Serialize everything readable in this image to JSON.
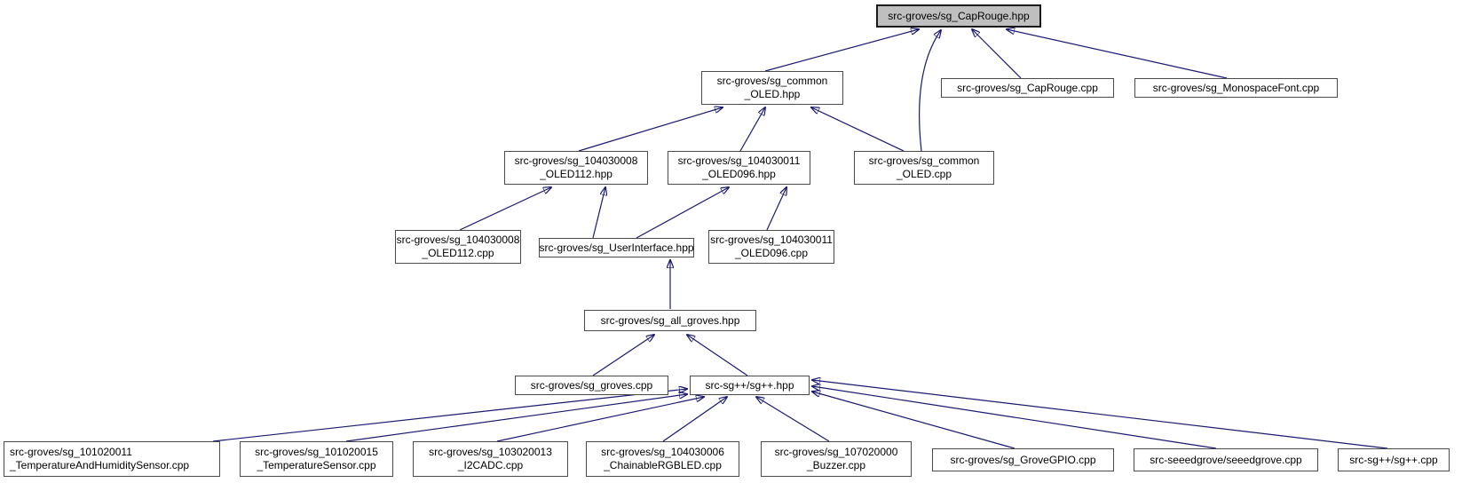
{
  "diagram": {
    "kind": "include-dependency-graph",
    "edge_color": "#191970",
    "node_fill": "#ffffff",
    "node_border_color": "#4a4a4a",
    "highlight_node_fill": "#bfbfbf",
    "text_color": "#000000"
  },
  "nodes": [
    {
      "id": "sg_CapRouge_hpp",
      "lines": [
        "src-groves/sg_CapRouge.hpp"
      ],
      "highlighted": true
    },
    {
      "id": "sg_common_OLED_hpp",
      "lines": [
        "src-groves/sg_common",
        "_OLED.hpp"
      ]
    },
    {
      "id": "sg_CapRouge_cpp",
      "lines": [
        "src-groves/sg_CapRouge.cpp"
      ]
    },
    {
      "id": "sg_MonospaceFont_cpp",
      "lines": [
        "src-groves/sg_MonospaceFont.cpp"
      ]
    },
    {
      "id": "sg_104030008_OLED112_hpp",
      "lines": [
        "src-groves/sg_104030008",
        "_OLED112.hpp"
      ]
    },
    {
      "id": "sg_104030011_OLED096_hpp",
      "lines": [
        "src-groves/sg_104030011",
        "_OLED096.hpp"
      ]
    },
    {
      "id": "sg_common_OLED_cpp",
      "lines": [
        "src-groves/sg_common",
        "_OLED.cpp"
      ]
    },
    {
      "id": "sg_104030008_OLED112_cpp",
      "lines": [
        "src-groves/sg_104030008",
        "_OLED112.cpp"
      ]
    },
    {
      "id": "sg_UserInterface_hpp",
      "lines": [
        "src-groves/sg_UserInterface.hpp"
      ]
    },
    {
      "id": "sg_104030011_OLED096_cpp",
      "lines": [
        "src-groves/sg_104030011",
        "_OLED096.cpp"
      ]
    },
    {
      "id": "sg_all_groves_hpp",
      "lines": [
        "src-groves/sg_all_groves.hpp"
      ]
    },
    {
      "id": "sg_groves_cpp",
      "lines": [
        "src-groves/sg_groves.cpp"
      ]
    },
    {
      "id": "sgpp_hpp",
      "lines": [
        "src-sg++/sg++.hpp"
      ]
    },
    {
      "id": "sg_101020011_TemperatureAndHumiditySensor_cpp",
      "lines": [
        "src-groves/sg_101020011",
        "_TemperatureAndHumiditySensor.cpp"
      ]
    },
    {
      "id": "sg_101020015_TemperatureSensor_cpp",
      "lines": [
        "src-groves/sg_101020015",
        "_TemperatureSensor.cpp"
      ]
    },
    {
      "id": "sg_103020013_I2CADC_cpp",
      "lines": [
        "src-groves/sg_103020013",
        "_I2CADC.cpp"
      ]
    },
    {
      "id": "sg_104030006_ChainableRGBLED_cpp",
      "lines": [
        "src-groves/sg_104030006",
        "_ChainableRGBLED.cpp"
      ]
    },
    {
      "id": "sg_107020000_Buzzer_cpp",
      "lines": [
        "src-groves/sg_107020000",
        "_Buzzer.cpp"
      ]
    },
    {
      "id": "sg_GroveGPIO_cpp",
      "lines": [
        "src-groves/sg_GroveGPIO.cpp"
      ]
    },
    {
      "id": "seeedgrove_cpp",
      "lines": [
        "src-seeedgrove/seeedgrove.cpp"
      ]
    },
    {
      "id": "sgpp_cpp",
      "lines": [
        "src-sg++/sg++.cpp"
      ]
    }
  ],
  "edges": [
    {
      "from": "sg_common_OLED_hpp",
      "to": "sg_CapRouge_hpp"
    },
    {
      "from": "sg_common_OLED_cpp",
      "to": "sg_CapRouge_hpp"
    },
    {
      "from": "sg_CapRouge_cpp",
      "to": "sg_CapRouge_hpp"
    },
    {
      "from": "sg_MonospaceFont_cpp",
      "to": "sg_CapRouge_hpp"
    },
    {
      "from": "sg_104030008_OLED112_hpp",
      "to": "sg_common_OLED_hpp"
    },
    {
      "from": "sg_104030011_OLED096_hpp",
      "to": "sg_common_OLED_hpp"
    },
    {
      "from": "sg_common_OLED_cpp",
      "to": "sg_common_OLED_hpp"
    },
    {
      "from": "sg_104030008_OLED112_cpp",
      "to": "sg_104030008_OLED112_hpp"
    },
    {
      "from": "sg_UserInterface_hpp",
      "to": "sg_104030008_OLED112_hpp"
    },
    {
      "from": "sg_UserInterface_hpp",
      "to": "sg_104030011_OLED096_hpp"
    },
    {
      "from": "sg_104030011_OLED096_cpp",
      "to": "sg_104030011_OLED096_hpp"
    },
    {
      "from": "sg_all_groves_hpp",
      "to": "sg_UserInterface_hpp"
    },
    {
      "from": "sg_groves_cpp",
      "to": "sg_all_groves_hpp"
    },
    {
      "from": "sgpp_hpp",
      "to": "sg_all_groves_hpp"
    },
    {
      "from": "sg_101020011_TemperatureAndHumiditySensor_cpp",
      "to": "sgpp_hpp"
    },
    {
      "from": "sg_101020015_TemperatureSensor_cpp",
      "to": "sgpp_hpp"
    },
    {
      "from": "sg_103020013_I2CADC_cpp",
      "to": "sgpp_hpp"
    },
    {
      "from": "sg_104030006_ChainableRGBLED_cpp",
      "to": "sgpp_hpp"
    },
    {
      "from": "sg_107020000_Buzzer_cpp",
      "to": "sgpp_hpp"
    },
    {
      "from": "sg_GroveGPIO_cpp",
      "to": "sgpp_hpp"
    },
    {
      "from": "seeedgrove_cpp",
      "to": "sgpp_hpp"
    },
    {
      "from": "sgpp_cpp",
      "to": "sgpp_hpp"
    }
  ]
}
